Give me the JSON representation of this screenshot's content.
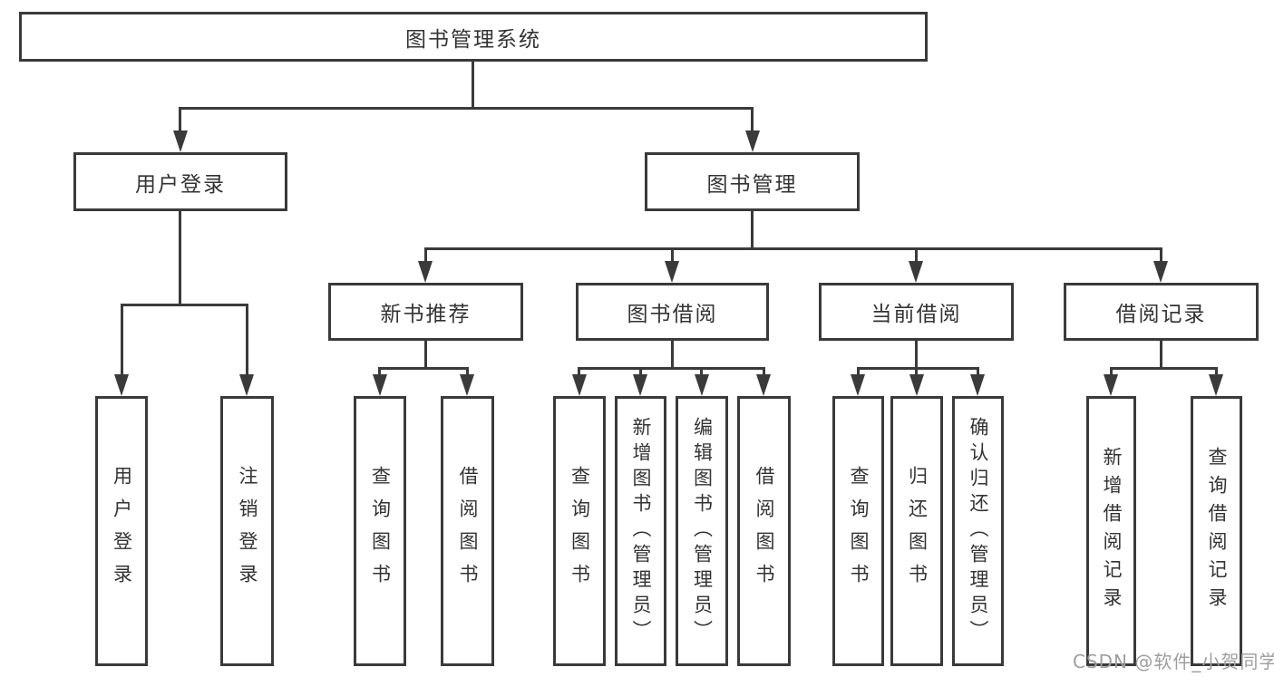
{
  "diagram": {
    "title_node": {
      "label": "图书管理系统"
    },
    "level2": [
      {
        "id": "user-login",
        "label": "用户登录"
      },
      {
        "id": "book-management",
        "label": "图书管理"
      }
    ],
    "level3": [
      {
        "id": "new-book-recommend",
        "label": "新书推荐"
      },
      {
        "id": "book-borrow",
        "label": "图书借阅"
      },
      {
        "id": "current-borrow",
        "label": "当前借阅"
      },
      {
        "id": "borrow-records",
        "label": "借阅记录"
      }
    ],
    "leaves": {
      "user_login": [
        "用户登录",
        "注销登录"
      ],
      "new_book_recommend": [
        "查询图书",
        "借阅图书"
      ],
      "book_borrow": [
        "查询图书",
        "新增图书（管理员）",
        "编辑图书（管理员）",
        "借阅图书"
      ],
      "current_borrow": [
        "查询图书",
        "归还图书",
        "确认归还（管理员）"
      ],
      "borrow_records": [
        "新增借阅记录",
        "查询借阅记录"
      ]
    }
  },
  "watermark": {
    "text": "CSDN @软件_小贺同学"
  },
  "colors": {
    "line": "#3a3a3a",
    "text": "#333333",
    "watermark": "#9e9e9e",
    "background": "#ffffff"
  }
}
